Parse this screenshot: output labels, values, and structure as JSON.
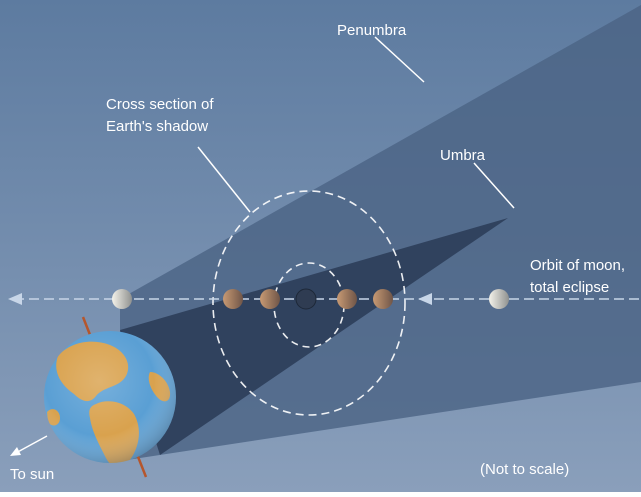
{
  "labels": {
    "penumbra": "Penumbra",
    "cross_section_line1": "Cross section of",
    "cross_section_line2": "Earth's shadow",
    "umbra": "Umbra",
    "orbit_line1": "Orbit of moon,",
    "orbit_line2": "total eclipse",
    "to_sun": "To sun",
    "not_to_scale": "(Not to scale)"
  },
  "colors": {
    "background_top": "#5f7da1",
    "background_bottom": "#8ba1bd",
    "penumbra": "#4c6485",
    "umbra": "#2a3a55",
    "earth_ocean": "#5a9fd4",
    "earth_land": "#d4a14f",
    "moon_full": "#e9e6dc",
    "moon_eclipsed": "#b58a66",
    "line": "#ffffff"
  }
}
